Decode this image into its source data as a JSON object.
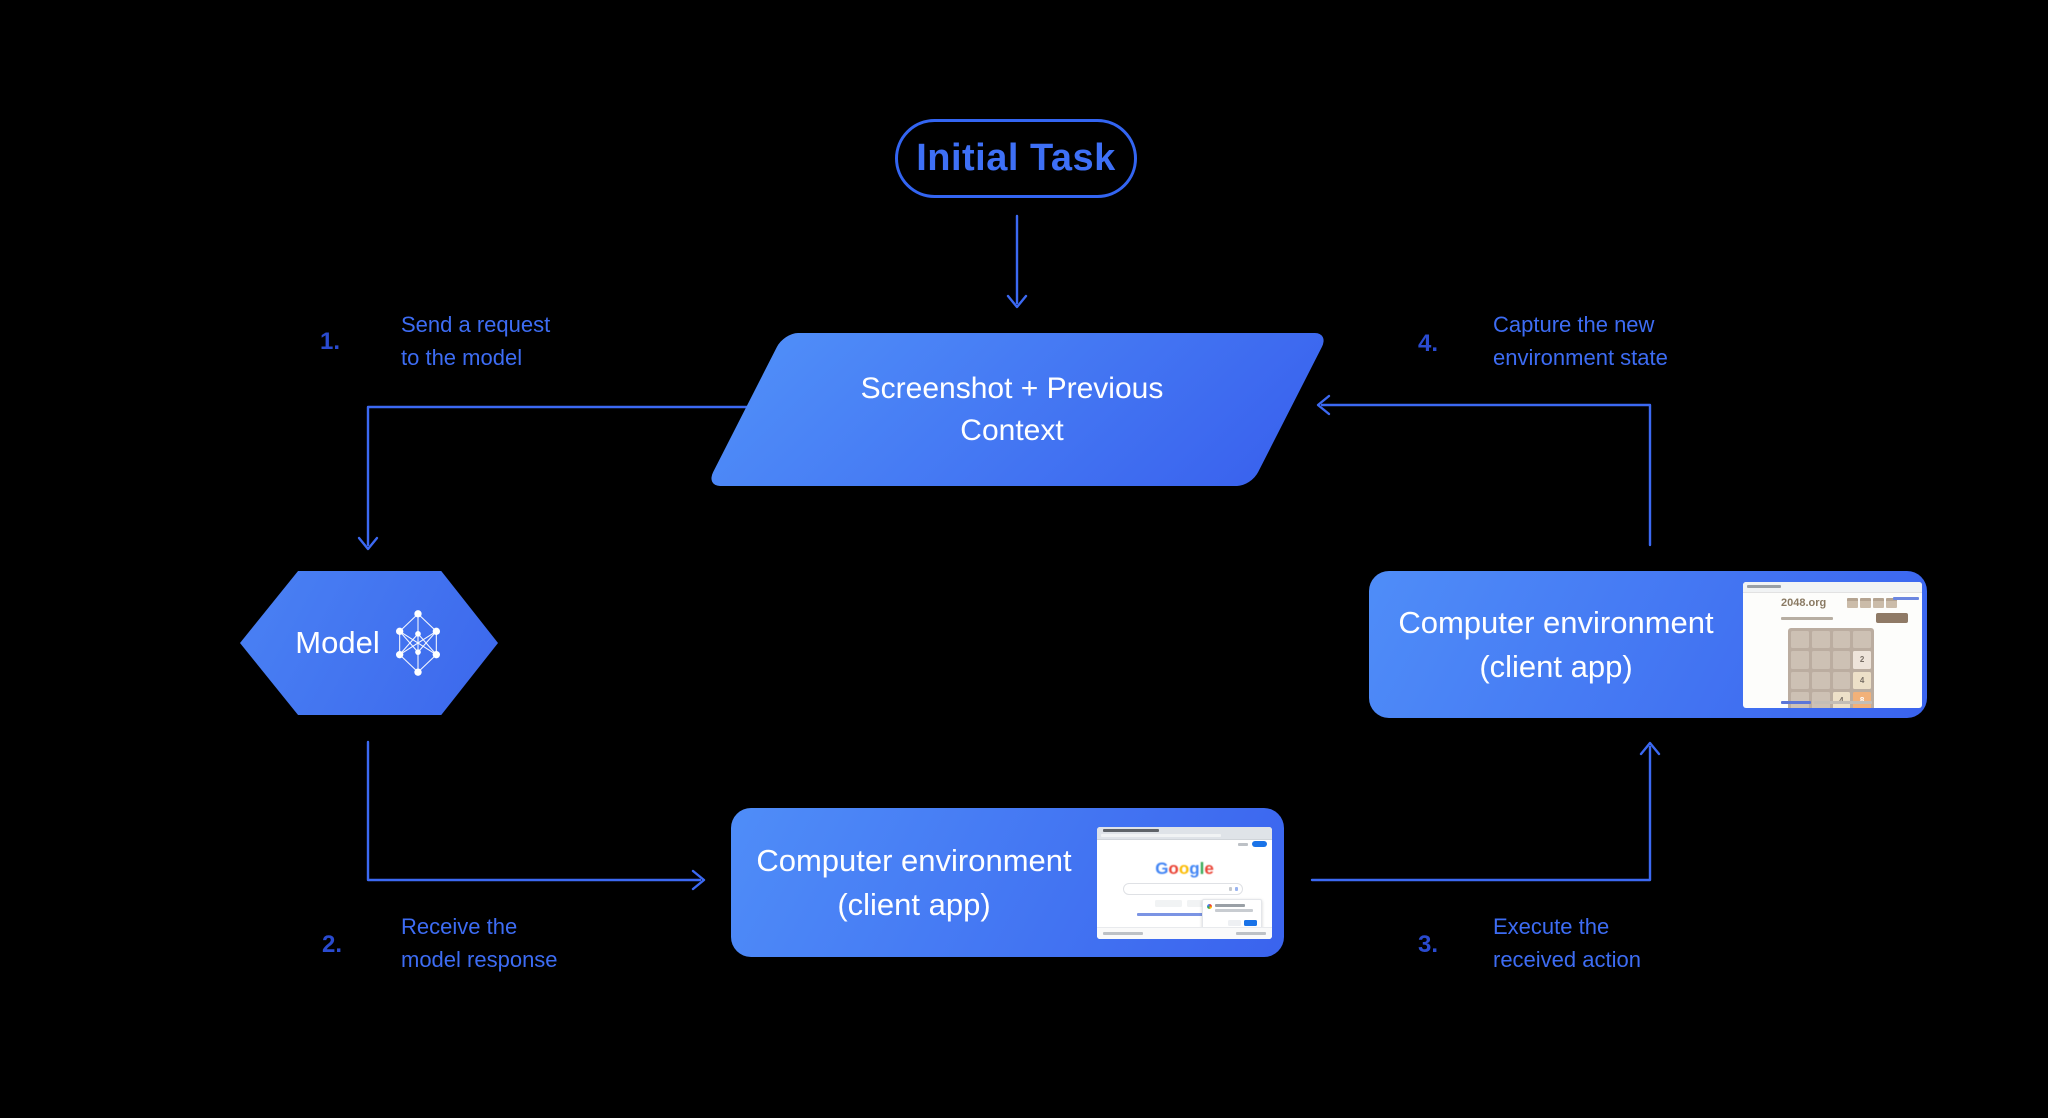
{
  "diagram": {
    "initial_task": {
      "label": "Initial Task"
    },
    "screenshot_node": {
      "line1": "Screenshot + Previous",
      "line2": "Context"
    },
    "model_node": {
      "label": "Model"
    },
    "client_right": {
      "line1": "Computer environment",
      "line2": "(client app)"
    },
    "client_bottom": {
      "line1": "Computer environment",
      "line2": "(client app)"
    },
    "steps": [
      {
        "num": "1.",
        "line1": "Send a request",
        "line2": "to the model"
      },
      {
        "num": "2.",
        "line1": "Receive the",
        "line2": "model response"
      },
      {
        "num": "3.",
        "line1": "Execute the",
        "line2": "received action"
      },
      {
        "num": "4.",
        "line1": "Capture the new",
        "line2": "environment state"
      }
    ],
    "colors": {
      "background": "#000000",
      "connector": "#3c69f2",
      "pill_outline": "#3365f2",
      "pill_text": "#3e70f6",
      "step_number": "#2a4bd0",
      "step_label": "#3d6cf3",
      "shape_gradient_start": "#4f8df8",
      "shape_gradient_end": "#3a63ee"
    }
  },
  "thumb_2048": {
    "site_title": "2048.org",
    "tiles": [
      {
        "value": "2"
      },
      {
        "value": "4"
      },
      {
        "value": "4"
      },
      {
        "value": "8"
      }
    ]
  },
  "thumb_google": {
    "logo_letters": [
      {
        "ch": "G"
      },
      {
        "ch": "o"
      },
      {
        "ch": "o"
      },
      {
        "ch": "g"
      },
      {
        "ch": "l"
      },
      {
        "ch": "e"
      }
    ],
    "logo_colors": [
      "#4285F4",
      "#EA4335",
      "#FBBC05",
      "#4285F4",
      "#34A853",
      "#EA4335"
    ]
  }
}
